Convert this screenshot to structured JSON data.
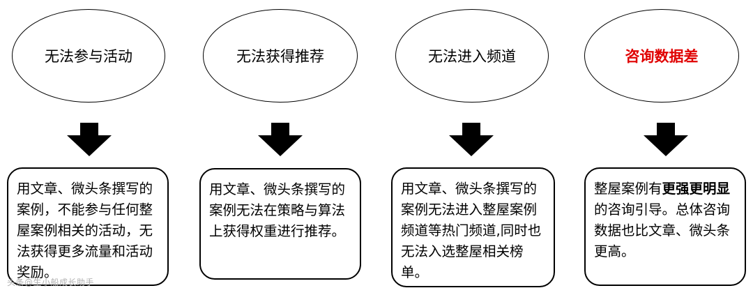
{
  "columns": [
    {
      "ellipse_label": "无法参与活动",
      "box_text": "用文章、微头条撰写的案例，不能参与任何整屋案例相关的活动，无法获得更多流量和活动奖励。"
    },
    {
      "ellipse_label": "无法获得推荐",
      "box_text": "用文章、微头条撰写的案例无法在策略与算法上获得权重进行推荐。"
    },
    {
      "ellipse_label": "无法进入频道",
      "box_text": "用文章、微头条撰写的案例无法进入整屋案例频道等热门频道,同时也无法入选整屋相关榜单。"
    },
    {
      "ellipse_label": "咨询数据差",
      "box_text_part1": "整屋案例有",
      "box_text_bold": "更强更明显",
      "box_text_part2": "的咨询引导。总体咨询数据也比文章、微头条更高。"
    }
  ],
  "colors": {
    "highlight": "#e00000",
    "stroke": "#000000"
  },
  "watermark": "头条@生小船成长助手"
}
